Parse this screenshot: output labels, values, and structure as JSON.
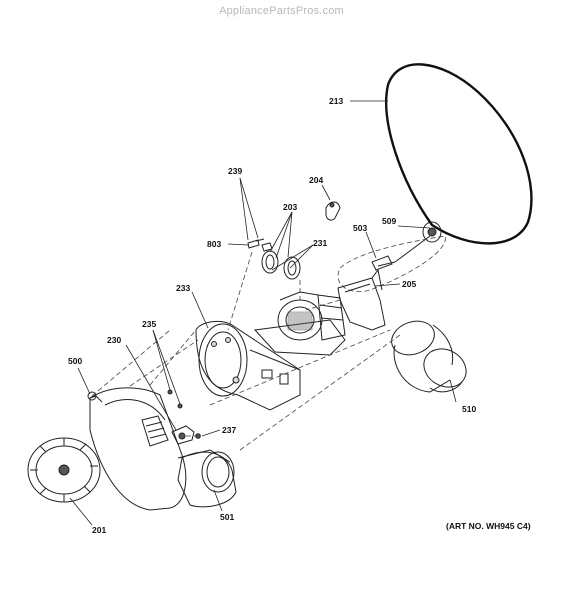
{
  "watermark": "AppliancePartsPros.com",
  "art_number": "(ART NO. WH945 C4)",
  "labels": {
    "p213": "213",
    "p239": "239",
    "p204": "204",
    "p203": "203",
    "p509": "509",
    "p803": "803",
    "p231": "231",
    "p503": "503",
    "p205": "205",
    "p233": "233",
    "p235": "235",
    "p230": "230",
    "p500": "500",
    "p237": "237",
    "p510": "510",
    "p201": "201",
    "p501": "501"
  }
}
